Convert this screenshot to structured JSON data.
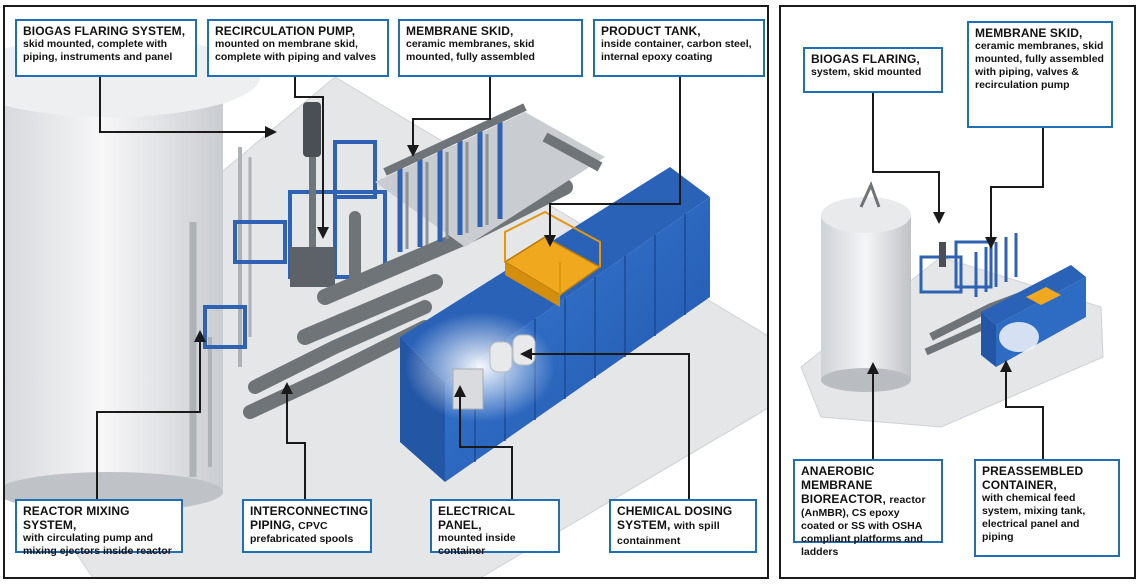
{
  "main_panel": {
    "callouts": {
      "biogas_flaring_system": {
        "title": "BIOGAS FLARING SYSTEM,",
        "desc": "skid mounted, complete with piping, instruments and panel"
      },
      "recirculation_pump": {
        "title": "RECIRCULATION PUMP,",
        "desc": "mounted on membrane skid, complete with piping and valves"
      },
      "membrane_skid": {
        "title": "MEMBRANE SKID,",
        "desc": "ceramic membranes, skid mounted, fully assembled"
      },
      "product_tank": {
        "title": "PRODUCT TANK,",
        "desc": "inside container, carbon steel, internal epoxy coating"
      },
      "reactor_mixing_system": {
        "title": "REACTOR MIXING SYSTEM,",
        "desc": "with circulating pump and mixing ejectors inside reactor"
      },
      "interconnecting_piping": {
        "title": "INTERCONNECTING PIPING,",
        "title_inline": "CPVC",
        "desc": "prefabricated spools"
      },
      "electrical_panel": {
        "title": "ELECTRICAL PANEL,",
        "desc": "mounted inside container"
      },
      "chemical_dosing_system": {
        "title": "CHEMICAL DOSING SYSTEM,",
        "title_inline": "with spill containment"
      }
    }
  },
  "side_panel": {
    "callouts": {
      "biogas_flaring": {
        "title": "BIOGAS FLARING,",
        "desc": "system, skid mounted"
      },
      "membrane_skid": {
        "title": "MEMBRANE SKID,",
        "desc": "ceramic membranes, skid mounted, fully assembled with piping, valves & recirculation pump"
      },
      "anaerobic_membrane_bioreactor": {
        "title": "ANAEROBIC MEMBRANE BIOREACTOR,",
        "title_inline": "reactor",
        "desc": "(AnMBR), CS epoxy coated or SS with OSHA compliant platforms and ladders"
      },
      "preassembled_container": {
        "title": "PREASSEMBLED CONTAINER,",
        "desc": "with chemical feed system, mixing tank, electrical panel and piping"
      }
    }
  },
  "colors": {
    "callout_border": "#1f6fb4",
    "leader_line": "#1a1a1a",
    "equipment_blue": "#2f62b3",
    "container_blue": "#2e6cc4",
    "tank_yellow": "#f0a81e",
    "pipe_gray": "#6f7479",
    "ground_gray": "#e3e4e6"
  }
}
